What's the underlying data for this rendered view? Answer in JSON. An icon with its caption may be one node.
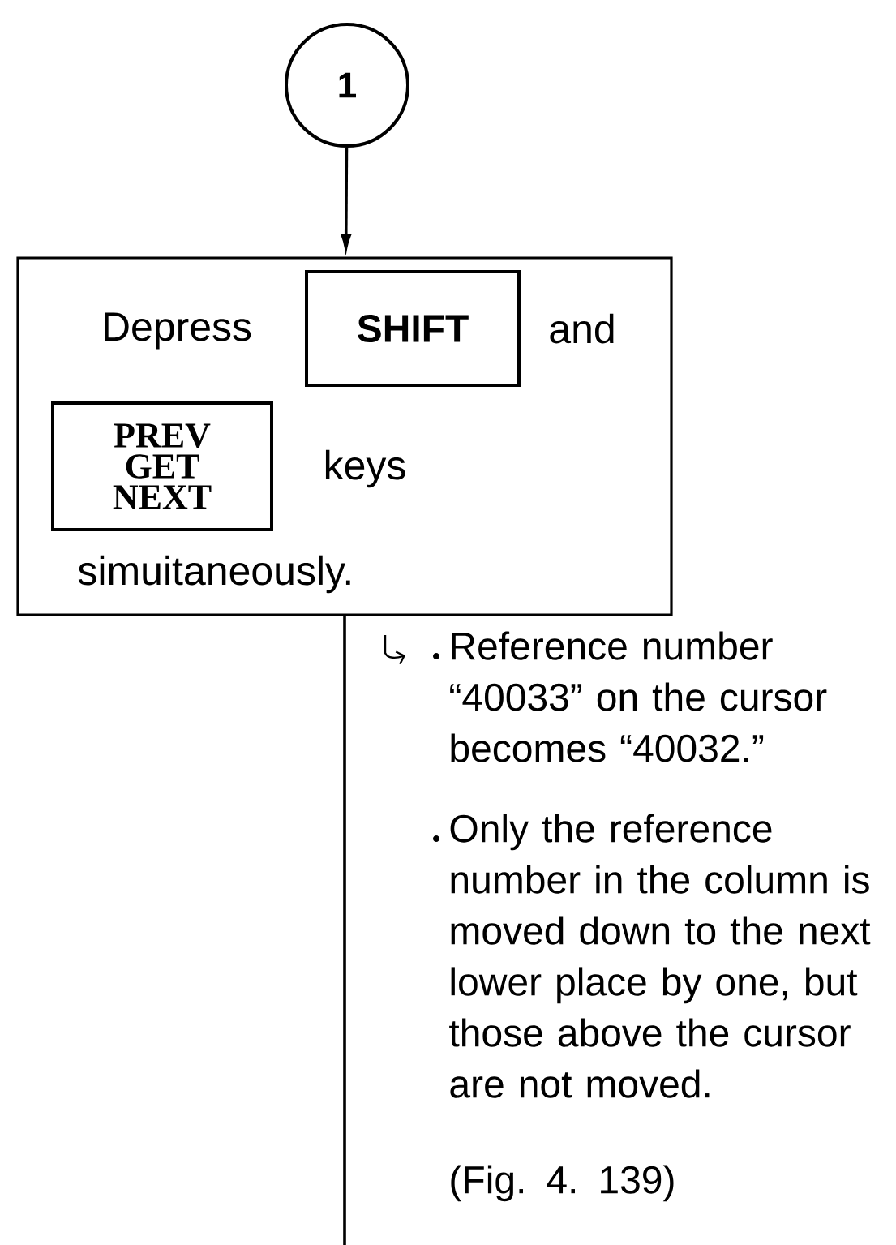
{
  "diagram": {
    "nodes": [
      {
        "text": [
          "1"
        ]
      },
      {
        "text": [
          "Depress",
          "and",
          "keys",
          "simuitaneously."
        ]
      },
      {
        "text": [
          "SHIFT"
        ],
        "in": 1
      },
      {
        "text": [
          "PREV GET NEXT"
        ],
        "in": 1
      }
    ],
    "edges": [
      {
        "from": 0,
        "to": 1,
        "arrow": "to"
      },
      {
        "from": 1,
        "to": null,
        "arrow": "none"
      }
    ],
    "labels": [
      "Reference number “40033” on the cursor becomes “40032.”",
      "Only the reference number in the column is moved down to the next lower place by one, but those above the cursor are not moved.",
      "(Fig. 4. 139)"
    ]
  }
}
